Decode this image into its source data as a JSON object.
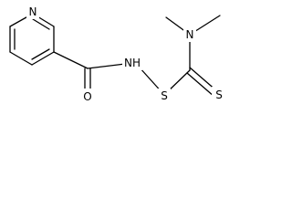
{
  "molecule": {
    "atoms": {
      "pyridine_n": "N",
      "amide_o": "O",
      "amide_nh": "NH",
      "sulfenyl_s": "S",
      "thione_s": "S",
      "dimethylamino_n": "N"
    }
  },
  "colors": {
    "bond": "#000000",
    "label": "#000000",
    "background": "#ffffff"
  }
}
